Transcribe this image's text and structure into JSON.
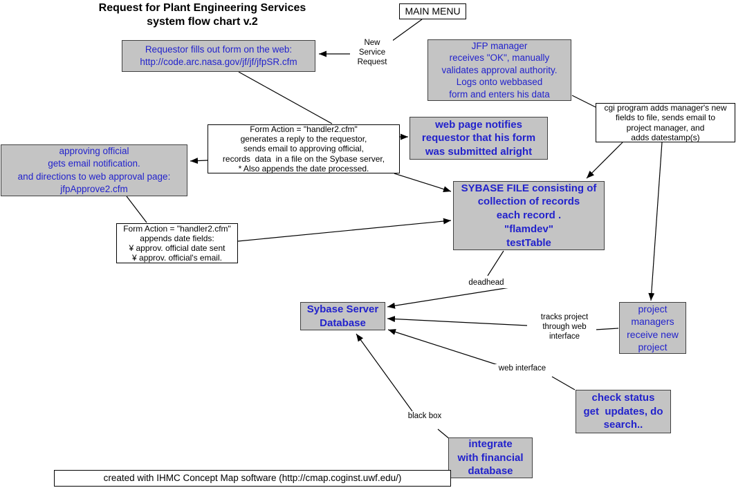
{
  "title": {
    "line1": "Request for Plant Engineering Services",
    "line2": "system flow chart v.2"
  },
  "colors": {
    "node_fill": "#c4c4c4",
    "node_border": "#3f3f3f",
    "node_text_blue": "#2222cc",
    "line": "#000000",
    "background": "#ffffff"
  },
  "nodes": {
    "main_menu": {
      "lines": [
        "MAIN MENU"
      ]
    },
    "requestor": {
      "lines": [
        "Requestor fills out form on the web:",
        "http://code.arc.nasa.gov/jf/jf/jfpSR.cfm"
      ]
    },
    "jfp": {
      "lines": [
        "JFP manager",
        "receives \"OK\", manually",
        "validates approval authority.",
        "Logs onto webbased",
        "form and enters his data"
      ]
    },
    "cgi": {
      "lines": [
        "cgi program adds manager's new",
        "fields to file, sends email to",
        "project manager, and",
        "adds datestamp(s)"
      ]
    },
    "form1": {
      "lines": [
        "Form Action = \"handler2.cfm\"",
        "generates a reply to the requestor,",
        "sends email to approving official,",
        "records  data  in a file on the Sybase server,",
        "* Also appends the date processed."
      ]
    },
    "web_notify": {
      "lines": [
        "web page notifies",
        "requestor that his form",
        "was submitted alright"
      ]
    },
    "approving": {
      "lines": [
        "approving official",
        "gets email notification.",
        "and directions to web approval page:",
        "jfpApprove2.cfm"
      ]
    },
    "form2": {
      "lines": [
        "Form Action = \"handler2.cfm\"",
        "appends date fields:",
        "¥ approv. official date sent",
        "¥ approv. official's email."
      ]
    },
    "sybase_file": {
      "lines": [
        "SYBASE FILE consisting of",
        "collection of records",
        "each record .",
        "\"flamdev\"",
        "testTable"
      ]
    },
    "sybase_db": {
      "lines": [
        "Sybase Server",
        "Database"
      ]
    },
    "pm": {
      "lines": [
        "project",
        "managers",
        "receive new",
        "project"
      ]
    },
    "check_status": {
      "lines": [
        "check status",
        "get  updates, do",
        "search.."
      ]
    },
    "integrate": {
      "lines": [
        "integrate",
        "with financial",
        "database"
      ]
    },
    "footer": {
      "lines": [
        "created with IHMC Concept Map software (http://cmap.coginst.uwf.edu/)"
      ]
    }
  },
  "edge_labels": {
    "new_service": {
      "lines": [
        "New",
        "Service",
        "Request"
      ]
    },
    "deadhead": {
      "lines": [
        "deadhead"
      ]
    },
    "tracks": {
      "lines": [
        "tracks project",
        "through web",
        "interface"
      ]
    },
    "web_interface": {
      "lines": [
        "web interface"
      ]
    },
    "black_box": {
      "lines": [
        "black",
        "box"
      ]
    }
  }
}
